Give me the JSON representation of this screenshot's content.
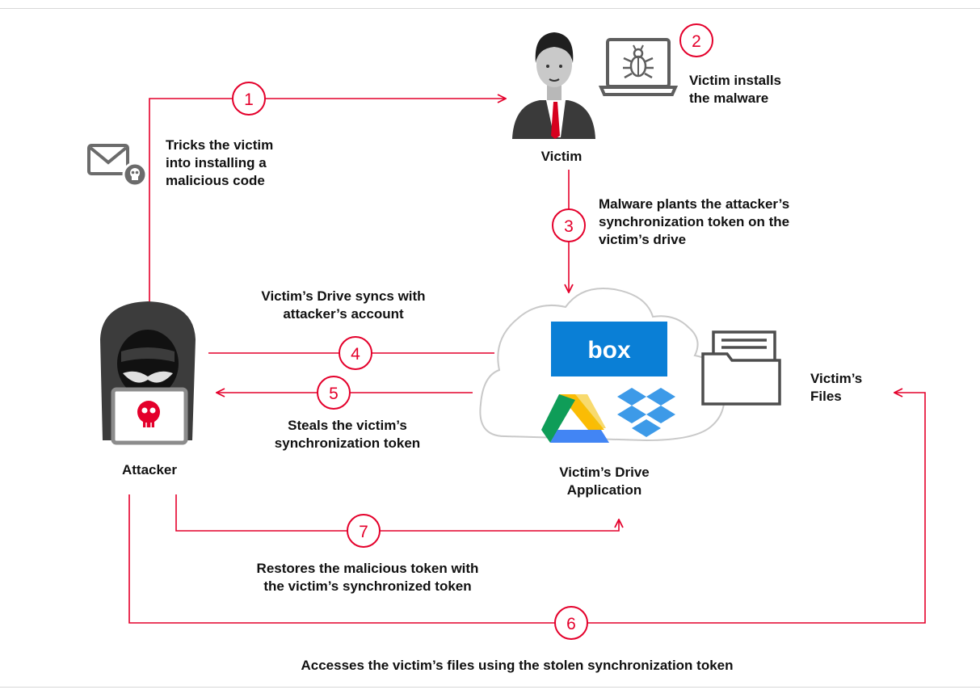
{
  "colors": {
    "accent_red": "#e4002b",
    "icon_gray": "#6b6b6b",
    "text": "#111111",
    "box_blue": "#0a7fd6",
    "dropbox_blue": "#3d9ae8"
  },
  "icons": [
    "mail-skull-icon",
    "victim-person-icon",
    "laptop-bug-icon",
    "hooded-attacker-icon",
    "cloud-icon",
    "box-logo",
    "google-drive-logo",
    "dropbox-logo",
    "folder-files-icon"
  ],
  "logo_texts": {
    "box": "box"
  },
  "nodes": {
    "victim": "Victim",
    "attacker": "Attacker",
    "drive_app": "Victim’s Drive\nApplication",
    "files": "Victim’s\nFiles"
  },
  "steps": [
    {
      "number": "1",
      "text": "Tricks the victim\ninto installing a\nmalicious code"
    },
    {
      "number": "2",
      "text": "Victim installs\nthe malware"
    },
    {
      "number": "3",
      "text": "Malware plants the attacker’s\nsynchronization token on the\nvictim’s drive"
    },
    {
      "number": "4",
      "text": "Victim’s Drive syncs with\nattacker’s account"
    },
    {
      "number": "5",
      "text": "Steals the victim’s\nsynchronization token"
    },
    {
      "number": "6",
      "text": "Accesses the victim’s files using the stolen synchronization token"
    },
    {
      "number": "7",
      "text": "Restores the malicious token with\nthe victim’s synchronized token"
    }
  ]
}
